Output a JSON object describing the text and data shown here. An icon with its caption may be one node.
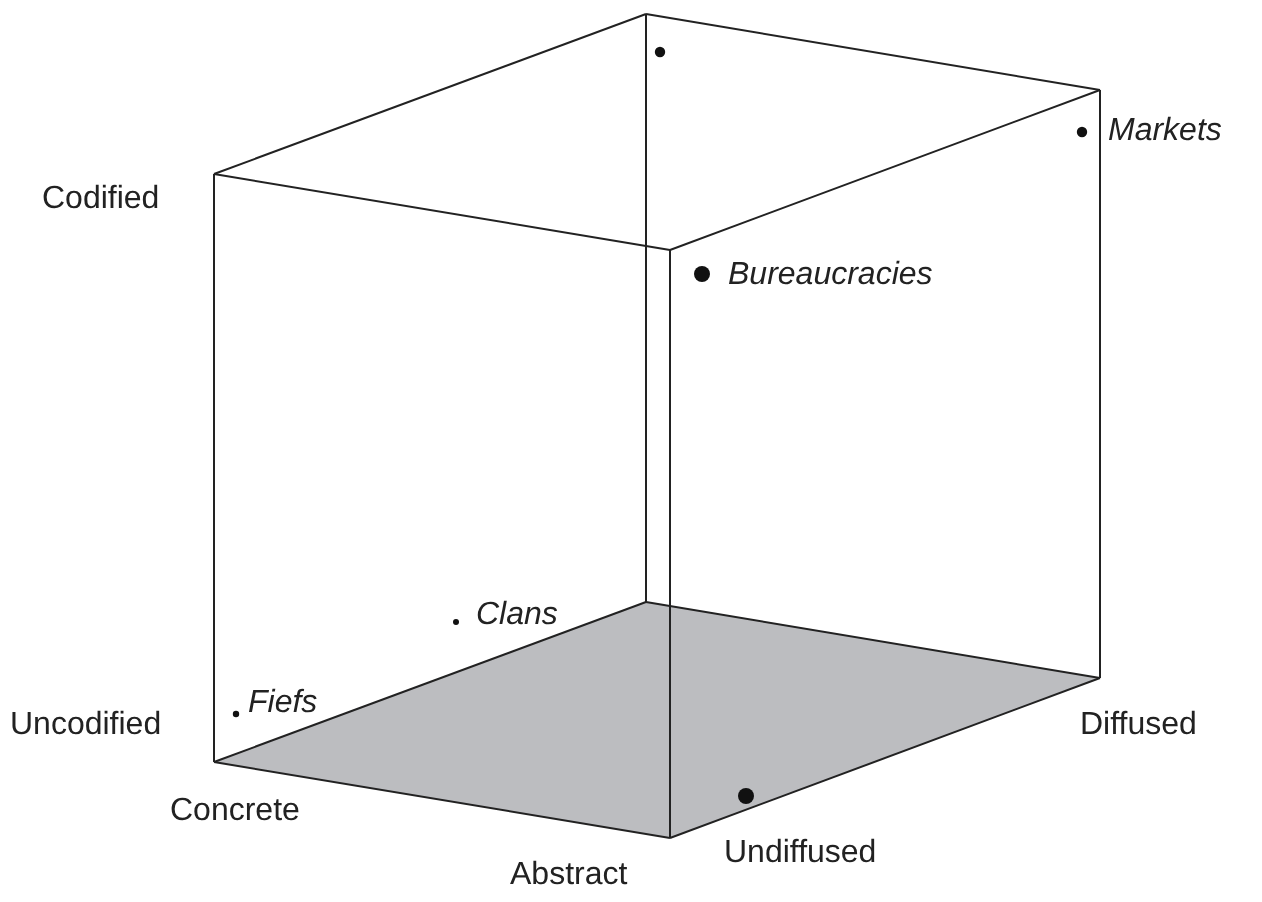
{
  "diagram": {
    "labels": [
      "Markets",
      "Codified",
      "Bureaucracies",
      "Clans",
      "Uncodified",
      "Fiefs",
      "Diffused",
      "Concrete",
      "Undiffused",
      "Abstract"
    ]
  }
}
